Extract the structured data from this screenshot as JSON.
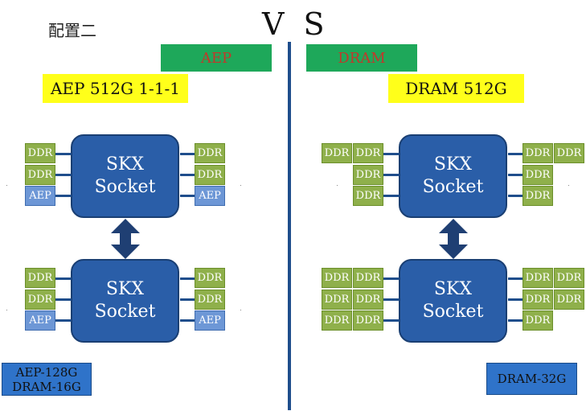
{
  "title": "配置二",
  "vs": "V S",
  "left": {
    "banner": "AEP",
    "config": "AEP 512G 1-1-1",
    "legend_line1": "AEP-128G",
    "legend_line2": "DRAM-16G"
  },
  "right": {
    "banner": "DRAM",
    "config": "DRAM 512G",
    "legend_line1": "DRAM-32G"
  },
  "socket": {
    "line1": "SKX",
    "line2": "Socket"
  },
  "labels": {
    "ddr": "DDR",
    "aep": "AEP"
  },
  "colors": {
    "socket": "#2a5ea8",
    "ddr": "#8fb04b",
    "aep": "#6d97d6",
    "banner_green": "#1ea85a",
    "banner_yellow": "#ffff1a",
    "divider": "#1f4e8c"
  }
}
